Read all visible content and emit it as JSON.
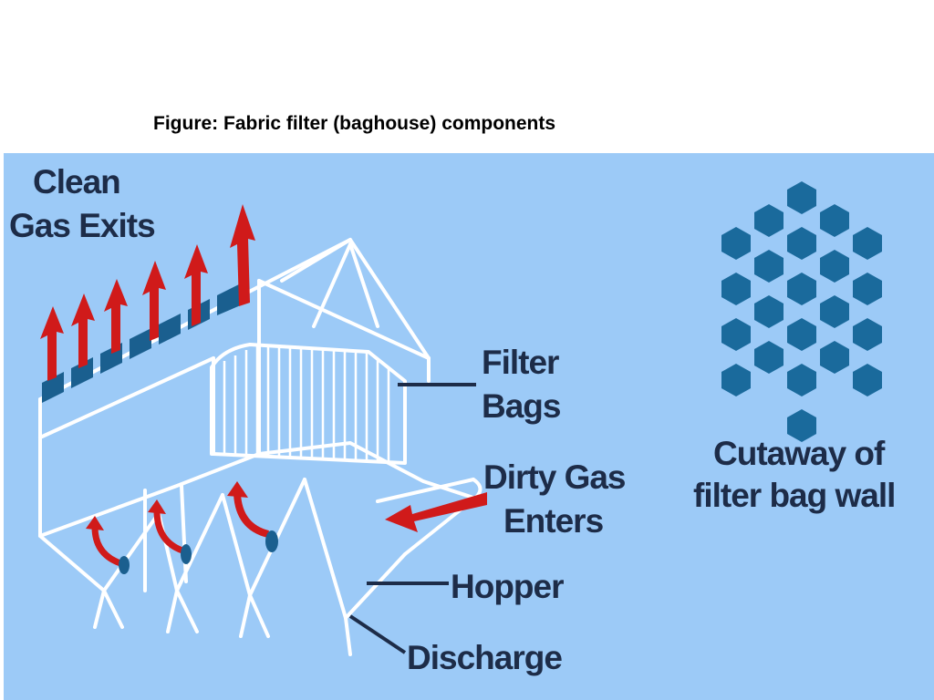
{
  "caption": "Figure: Fabric filter (baghouse) components",
  "labels": {
    "clean_line1": "Clean",
    "clean_line2": "Gas Exits",
    "filter_line1": "Filter",
    "filter_line2": "Bags",
    "dirty_line1": "Dirty Gas",
    "dirty_line2": "Enters",
    "hopper": "Hopper",
    "discharge": "Discharge",
    "cutaway_line1": "Cutaway of",
    "cutaway_line2": "filter bag wall"
  },
  "colors": {
    "background": "#9ccaf7",
    "label_text": "#1d2c48",
    "frame_line": "#ffffff",
    "arrow_red": "#d01a1a",
    "hex_blue": "#1a6a9c",
    "duct_blue": "#1a5f8f"
  }
}
